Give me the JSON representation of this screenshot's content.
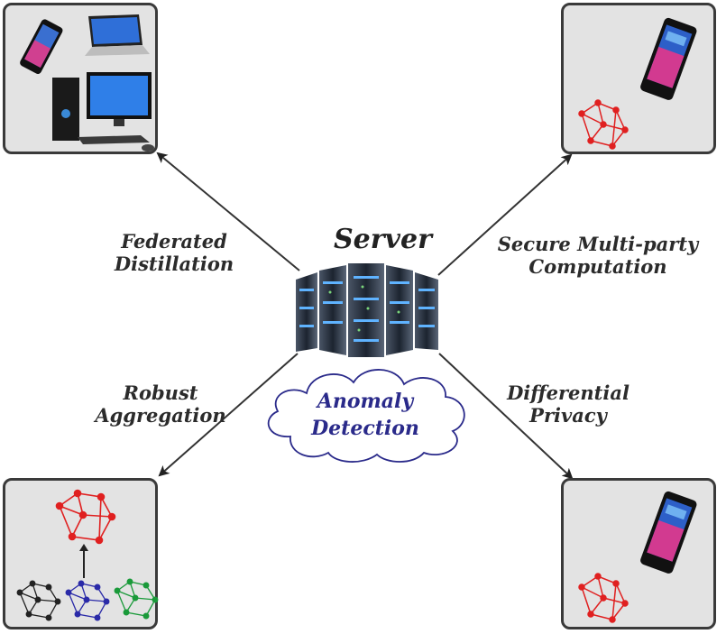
{
  "server": {
    "title": "Server"
  },
  "cloud": {
    "line1": "Anomaly",
    "line2": "Detection"
  },
  "labels": {
    "federated": [
      "Federated",
      "Distillation"
    ],
    "secure": [
      "Secure Multi-party",
      "Computation"
    ],
    "robust": [
      "Robust",
      "Aggregation"
    ],
    "differential": [
      "Differential",
      "Privacy"
    ]
  },
  "colors": {
    "graph_red": "#e02020",
    "graph_black": "#222222",
    "graph_blue": "#2a2aa8",
    "graph_green": "#1a9a3a",
    "cloud_text": "#2a2a8a",
    "panel_bg": "#e3e3e3"
  },
  "icons": [
    "smartphone-icon",
    "laptop-icon",
    "desktop-computer-icon",
    "server-rack-icon",
    "cloud-icon",
    "graph-network-icon"
  ]
}
